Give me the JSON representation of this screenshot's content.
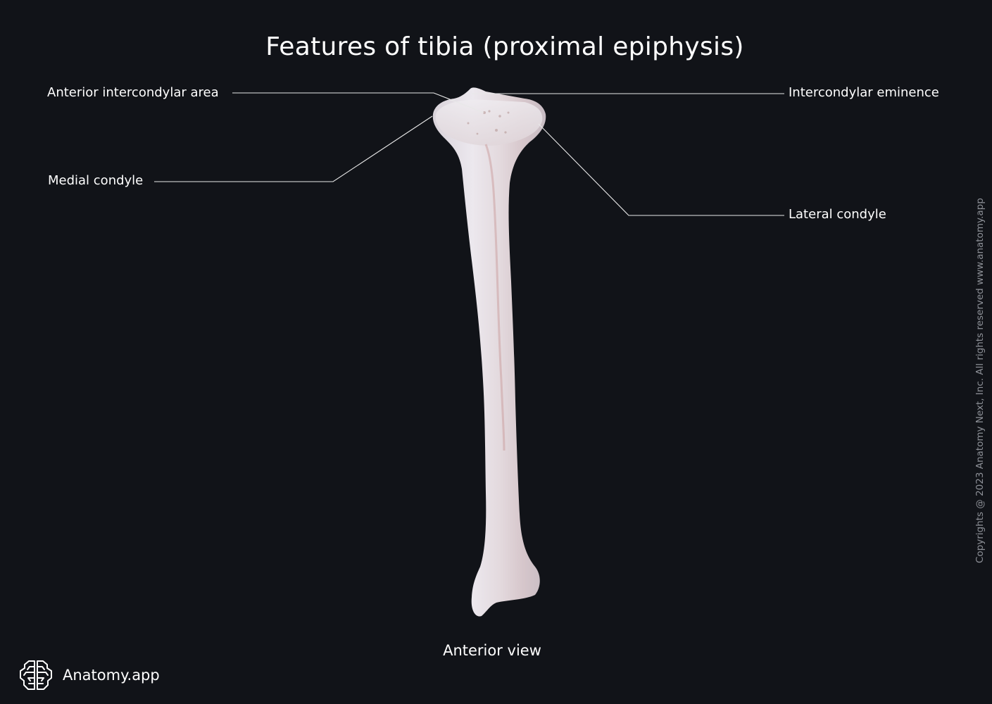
{
  "title": "Features of tibia (proximal epiphysis)",
  "view": "Anterior view",
  "labels": {
    "anterior_intercondylar_area": "Anterior intercondylar area",
    "medial_condyle": "Medial condyle",
    "intercondylar_eminence": "Intercondylar eminence",
    "lateral_condyle": "Lateral condyle"
  },
  "copyright": "Copyrights @ 2023 Anatomy Next, Inc. All rights reserved www.anatomy.app",
  "brand": {
    "name": "Anatomy.app",
    "icon": "brain-icon"
  },
  "colors": {
    "background": "#111318",
    "bone": "#e6e1e6",
    "bone_shadow": "#c9b8be",
    "leader_line": "#e8e8e8",
    "text": "#ffffff",
    "copyright_text": "#8d9097"
  }
}
